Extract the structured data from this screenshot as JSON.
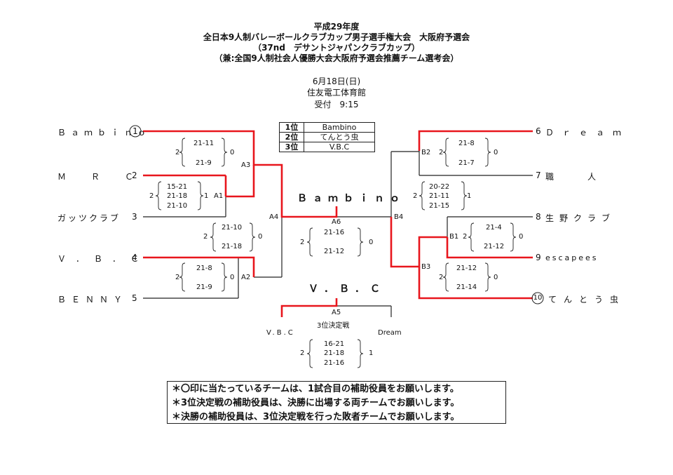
{
  "header": {
    "line1": "平成29年度",
    "line2": "全日本9人制バレーボールクラブカップ男子選手権大会　大阪府予選会",
    "line3": "（37nd　デサントジャパンクラブカップ）",
    "line4": "（兼:全国9人制社会人優勝大会大阪府予選会推薦チーム選考会）",
    "date": "6月18日(日)",
    "venue": "住友電工体育館",
    "reception": "受付　9:15"
  },
  "ranking": [
    {
      "rank": "1位",
      "team": "Bambino"
    },
    {
      "rank": "2位",
      "team": "てんとう虫"
    },
    {
      "rank": "3位",
      "team": "V.B.C"
    }
  ],
  "left_teams": [
    {
      "name": "Ｂａｍｂｉｎｏ",
      "seed": "1"
    },
    {
      "name": "Ｍ　Ｒ　Ｃ",
      "seed": "2"
    },
    {
      "name": "ガッツクラブ",
      "seed": "3"
    },
    {
      "name": "Ｖ．Ｂ．Ｃ",
      "seed": "4"
    },
    {
      "name": "ＢＥＮＮＹ",
      "seed": "5"
    }
  ],
  "right_teams": [
    {
      "name": "Ｄｒｅａｍ",
      "seed": "6"
    },
    {
      "name": "職　　　　人",
      "seed": "7"
    },
    {
      "name": "生野クラブ",
      "seed": "8"
    },
    {
      "name": "escapees",
      "seed": "9"
    },
    {
      "name": "てんとう虫",
      "seed": "10"
    }
  ],
  "matches": {
    "A1": {
      "label": "A1",
      "left": "2",
      "right": "1",
      "sets": [
        "15-21",
        "21-18",
        "21-10"
      ]
    },
    "A2": {
      "label": "A2",
      "left": "2",
      "right": "0",
      "sets": [
        "21-8",
        "21-9"
      ]
    },
    "A3": {
      "label": "A3",
      "left": "2",
      "right": "0",
      "sets": [
        "21-11",
        "21-9"
      ]
    },
    "A4": {
      "label": "A4",
      "left": "2",
      "right": "0",
      "sets": [
        "21-10",
        "21-18"
      ]
    },
    "A6": {
      "label": "A6",
      "left": "2",
      "right": "0",
      "sets": [
        "21-16",
        "21-12"
      ]
    },
    "B1": {
      "label": "B1",
      "left": "2",
      "right": "0",
      "sets": [
        "21-4",
        "21-12"
      ]
    },
    "B2": {
      "label": "B2",
      "left": "2",
      "right": "0",
      "sets": [
        "21-8",
        "21-7"
      ]
    },
    "B3": {
      "label": "B3",
      "left": "2",
      "right": "0",
      "sets": [
        "21-12",
        "21-14"
      ]
    },
    "B4": {
      "label": "B4",
      "left": "2",
      "right": "1",
      "sets": [
        "20-22",
        "21-11",
        "21-15"
      ]
    },
    "A5": {
      "label": "A5",
      "title": "3位決定戦",
      "team_left": "V.B.C",
      "team_right": "Dream",
      "left": "2",
      "right": "1",
      "sets": [
        "16-21",
        "21-18",
        "21-16"
      ]
    }
  },
  "champion": "Ｂａｍｂｉｎｏ",
  "third_place": "Ｖ．Ｂ．Ｃ",
  "notes": [
    "＊〇印に当たっているチームは、1試合目の補助役員をお願いします。",
    "＊3位決定戦の補助役員は、決勝に出場する両チームでお願いします。",
    "＊決勝の補助役員は、3位決定戦を行った敗者チームでお願いします。"
  ],
  "colors": {
    "winner_line": "#e8161d",
    "line": "#222222"
  }
}
